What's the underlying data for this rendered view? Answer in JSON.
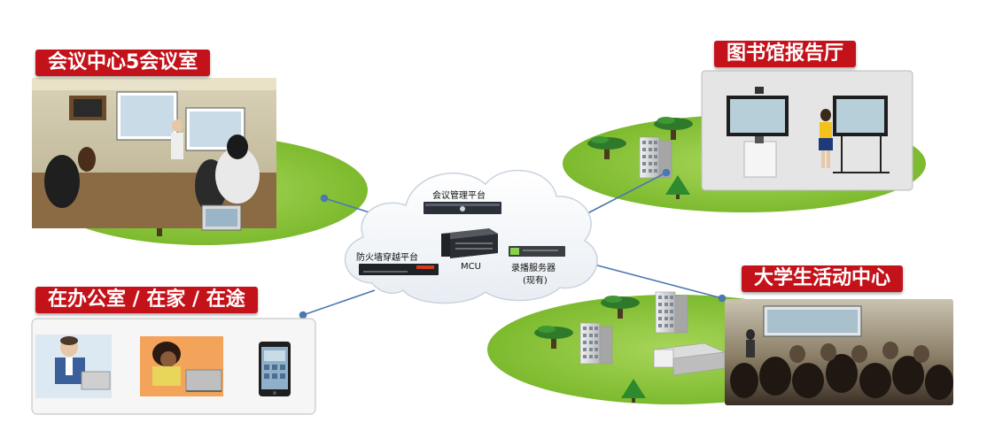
{
  "labels": {
    "meeting_center": "会议中心5会议室",
    "library": "图书馆报告厅",
    "student_center": "大学生活动中心",
    "office": "在办公室 / 在家 / 在途"
  },
  "cloud": {
    "mgmt_platform": "会议管理平台",
    "firewall_platform": "防火墙穿越平台",
    "mcu": "MCU",
    "recording_server": "录播服务器",
    "recording_note": "(现有)"
  },
  "colors": {
    "label_red": "#c4121a",
    "lawn_green": "#8cc43c",
    "link_blue": "#4a78b0"
  }
}
